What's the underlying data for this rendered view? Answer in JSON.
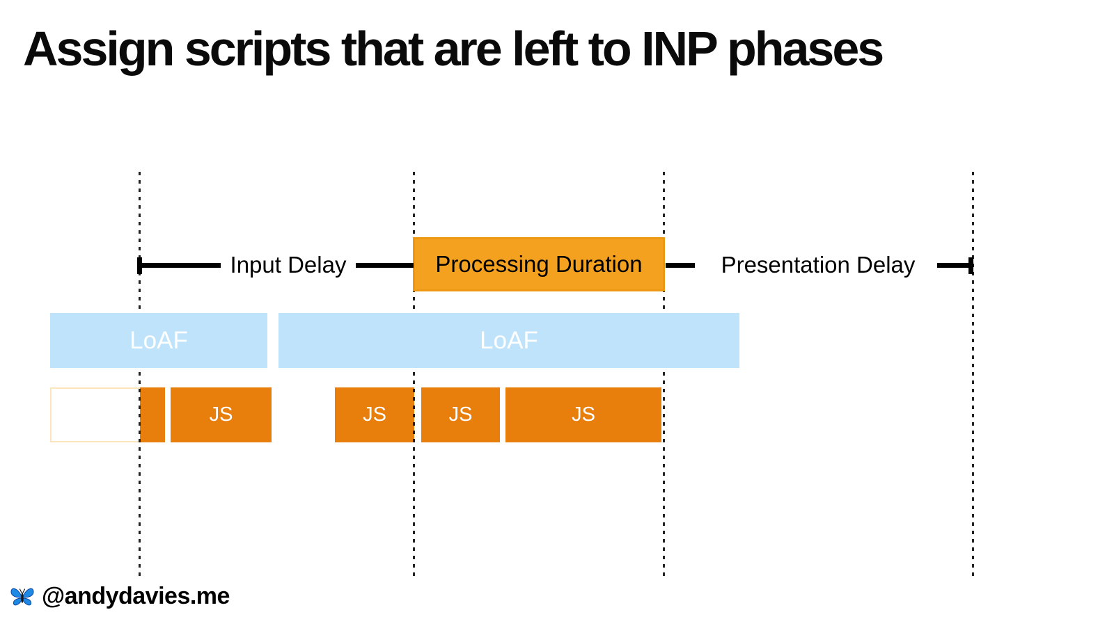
{
  "title": "Assign scripts that are left to INP phases",
  "timeline": {
    "phases": [
      {
        "id": "input-delay",
        "label": "Input Delay"
      },
      {
        "id": "processing-duration",
        "label": "Processing Duration"
      },
      {
        "id": "presentation-delay",
        "label": "Presentation Delay"
      }
    ]
  },
  "loaf_row": {
    "bars": [
      {
        "label": "LoAF"
      },
      {
        "label": "LoAF"
      }
    ]
  },
  "js_row": {
    "partial_task": {
      "label": ""
    },
    "bars": [
      {
        "label": "JS"
      },
      {
        "label": "JS"
      },
      {
        "label": "JS"
      },
      {
        "label": "JS"
      }
    ]
  },
  "footer": {
    "icon": "butterfly-icon",
    "handle": "@andydavies.me"
  },
  "colors": {
    "background": "#FFFFFF",
    "title_text": "#0A0A0A",
    "processing_box_fill": "#F4A11F",
    "processing_box_border": "#EC9812",
    "js_bar_fill": "#E87E0C",
    "loaf_bar_fill": "#BEE3FB",
    "loaf_text": "#FFFFFF",
    "partial_task_outline": "#FBE5BC",
    "dotted_line": "#222222",
    "timeline_line": "#000000",
    "butterfly_blue": "#1E88E5"
  }
}
